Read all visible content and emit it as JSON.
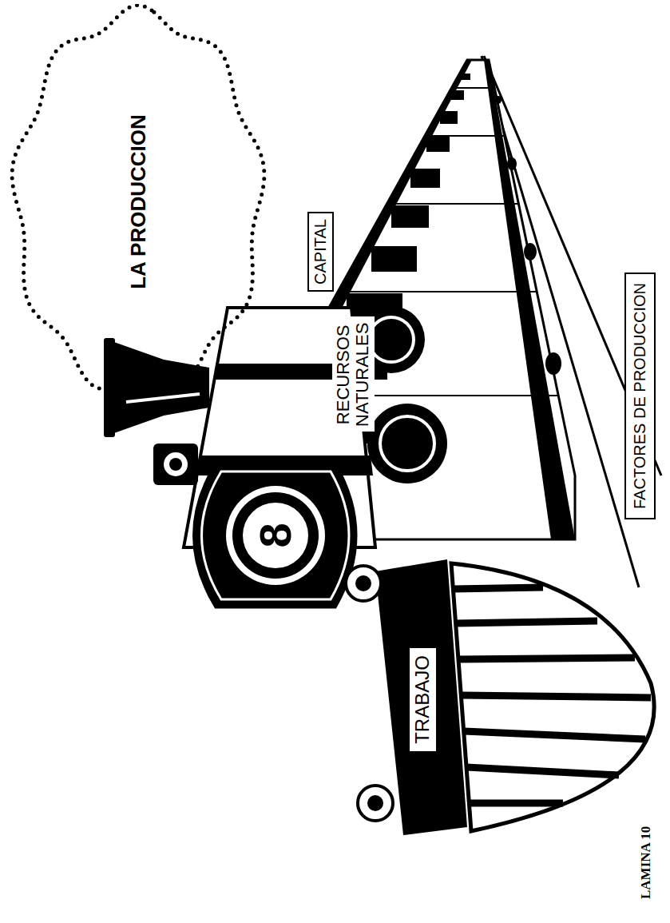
{
  "diagram": {
    "nodes": [
      {
        "text": [
          "LA PRODUCCION"
        ]
      },
      {
        "text": [
          "TRABAJO"
        ]
      },
      {
        "text": [
          "RECURSOS NATURALES"
        ]
      },
      {
        "text": [
          "CAPITAL"
        ]
      },
      {
        "text": [
          "FACTORES DE PRODUCCION"
        ]
      }
    ],
    "edges": [
      {
        "from": 4,
        "to": 1,
        "arrow": "to"
      },
      {
        "from": 4,
        "to": 2,
        "arrow": "to"
      },
      {
        "from": 4,
        "to": 3,
        "arrow": "to"
      }
    ],
    "labels": [
      "8",
      "LAMINA 10"
    ]
  }
}
